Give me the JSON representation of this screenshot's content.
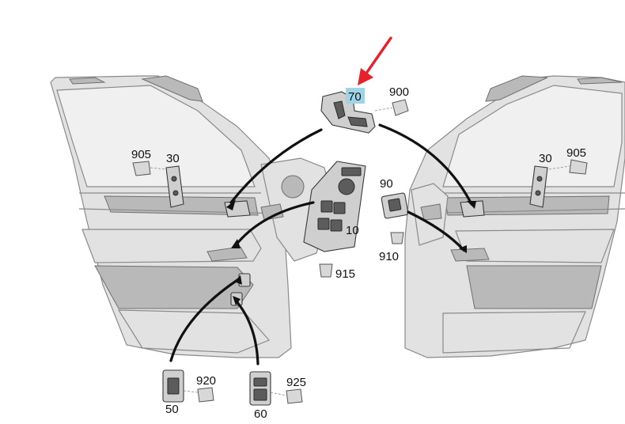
{
  "colors": {
    "highlight": "#9fd3e6",
    "arrow": "#e8202a",
    "leader": "#111111"
  },
  "callouts": [
    {
      "id": "70",
      "label": "70",
      "highlighted": true
    },
    {
      "id": "900",
      "label": "900"
    },
    {
      "id": "905-left",
      "label": "905"
    },
    {
      "id": "30-left",
      "label": "30"
    },
    {
      "id": "905-right",
      "label": "905"
    },
    {
      "id": "30-right",
      "label": "30"
    },
    {
      "id": "90",
      "label": "90"
    },
    {
      "id": "910",
      "label": "910"
    },
    {
      "id": "10",
      "label": "10"
    },
    {
      "id": "915",
      "label": "915"
    },
    {
      "id": "920",
      "label": "920"
    },
    {
      "id": "50",
      "label": "50"
    },
    {
      "id": "925",
      "label": "925"
    },
    {
      "id": "60",
      "label": "60"
    }
  ]
}
